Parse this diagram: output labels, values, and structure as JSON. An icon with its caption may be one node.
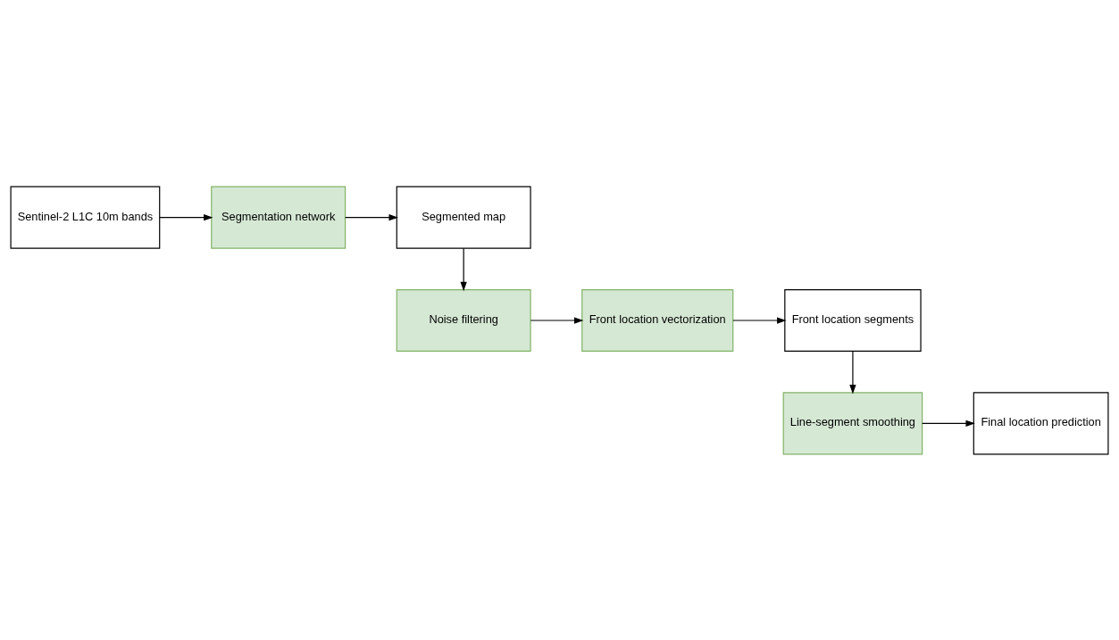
{
  "diagram": {
    "nodes": [
      {
        "text": [
          "Sentinel-2 L1C 10m bands"
        ]
      },
      {
        "text": [
          "Segmentation network"
        ]
      },
      {
        "text": [
          "Segmented map"
        ]
      },
      {
        "text": [
          "Noise filtering"
        ]
      },
      {
        "text": [
          "Front location vectorization"
        ]
      },
      {
        "text": [
          "Front location segments"
        ]
      },
      {
        "text": [
          "Line-segment smoothing"
        ]
      },
      {
        "text": [
          "Final location prediction"
        ]
      }
    ],
    "edges": [
      {
        "from": 0,
        "to": 1,
        "arrow": "to"
      },
      {
        "from": 1,
        "to": 2,
        "arrow": "to"
      },
      {
        "from": 2,
        "to": 3,
        "arrow": "to"
      },
      {
        "from": 3,
        "to": 4,
        "arrow": "to"
      },
      {
        "from": 4,
        "to": 5,
        "arrow": "to"
      },
      {
        "from": 5,
        "to": 6,
        "arrow": "to"
      },
      {
        "from": 6,
        "to": 7,
        "arrow": "to"
      }
    ]
  }
}
